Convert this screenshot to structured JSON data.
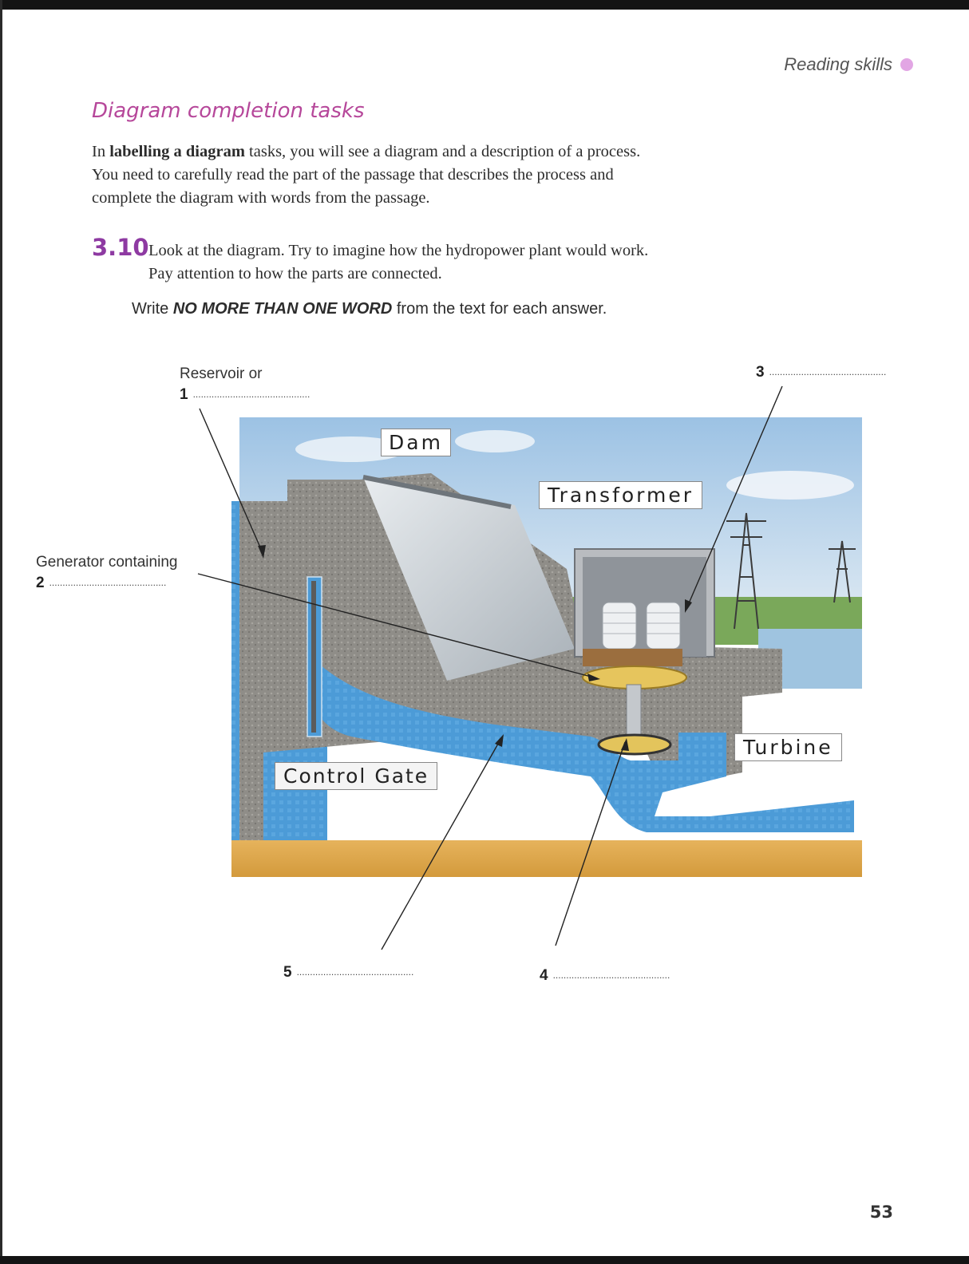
{
  "header": {
    "running_title": "Reading skills"
  },
  "section": {
    "title": "Diagram completion tasks",
    "intro_pre": "In ",
    "intro_bold": "labelling a diagram",
    "intro_post": " tasks, you will see a diagram and a description of a process. You need to carefully read the part of the passage that describes the process and complete the diagram with words from the passage."
  },
  "exercise": {
    "number": "3.10",
    "text": "Look at the diagram. Try to imagine how the hydropower plant would work. Pay attention to how the parts are connected.",
    "instruction_pre": "Write ",
    "instruction_bold": "NO MORE THAN ONE WORD",
    "instruction_post": " from the text for each answer."
  },
  "diagram_labels": {
    "dam": "Dam",
    "transformer": "Transformer",
    "control_gate": "Control Gate",
    "turbine": "Turbine"
  },
  "answers": {
    "reservoir_text": "Reservoir or",
    "q1": "1",
    "generator_text": "Generator containing",
    "q2": "2",
    "q3": "3",
    "q4": "4",
    "q5": "5",
    "blank": "............................................"
  },
  "footer": {
    "page_number": "53"
  },
  "colors": {
    "title": "#b6479a",
    "exercise_number": "#8e3aa2",
    "bullet": "#e2a6e4",
    "water": "#4a9ad6",
    "concrete": "#8d8b87"
  },
  "icons": {
    "bullet": "circle-bullet-icon"
  }
}
